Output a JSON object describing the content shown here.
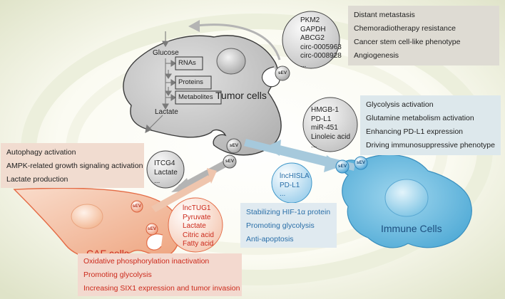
{
  "tumor": {
    "label": "Tumor cells",
    "glucose": "Glucose",
    "rnas": "RNAs",
    "proteins": "Proteins",
    "metabolites": "Metabolites",
    "lactate": "Lactate"
  },
  "immune": {
    "label": "Immune Cells"
  },
  "caf": {
    "label": "CAF cells"
  },
  "sev_label": "sEV",
  "cargo_tumor_top": [
    "PKM2",
    "GAPDH",
    "ABCG2",
    "circ-0005963",
    "circ-0008928",
    "..."
  ],
  "cargo_tumor_immune": [
    "HMGB-1",
    "PD-L1",
    "miR-451",
    "Linoleic acid",
    "..."
  ],
  "cargo_immune": [
    "lncHISLA",
    "PD-L1",
    "..."
  ],
  "cargo_tumor_caf": [
    "ITCG4",
    "Lactate",
    "..."
  ],
  "cargo_caf": [
    "lncTUG1",
    "Pyruvate",
    "Lactate",
    "Citric acid",
    "Fatty acid",
    "..."
  ],
  "box_metastasis": [
    "Distant metastasis",
    "Chemoradiotherapy resistance",
    "Cancer stem cell-like phenotype",
    "Angiogenesis"
  ],
  "box_immune_effects": [
    "Glycolysis activation",
    "Glutamine metabolism activation",
    "Enhancing PD-L1 expression",
    "Driving immunosuppressive phenotype"
  ],
  "box_tumor_effects": [
    "Stabilizing HIF-1α protein",
    "Promoting glycolysis",
    "Anti-apoptosis"
  ],
  "box_caf_top": [
    "Autophagy activation",
    "AMPK-related growth signaling activation",
    "Lactate production"
  ],
  "box_caf_bottom": [
    "Oxidative phosphorylation inactivation",
    "Promoting glycolysis",
    "Increasing SIX1 expression and tumor invasion"
  ],
  "colors": {
    "tumor_fill": "#c9c9c9",
    "immune_fill": "#5fb6de",
    "caf_fill": "#f0b89a",
    "caf_text": "#cc2a1c",
    "immune_text": "#2a6fa8",
    "arrow_gray": "#b4b4b4",
    "arrow_blue": "#a6c9dc",
    "arrow_orange": "#efc5ad"
  }
}
